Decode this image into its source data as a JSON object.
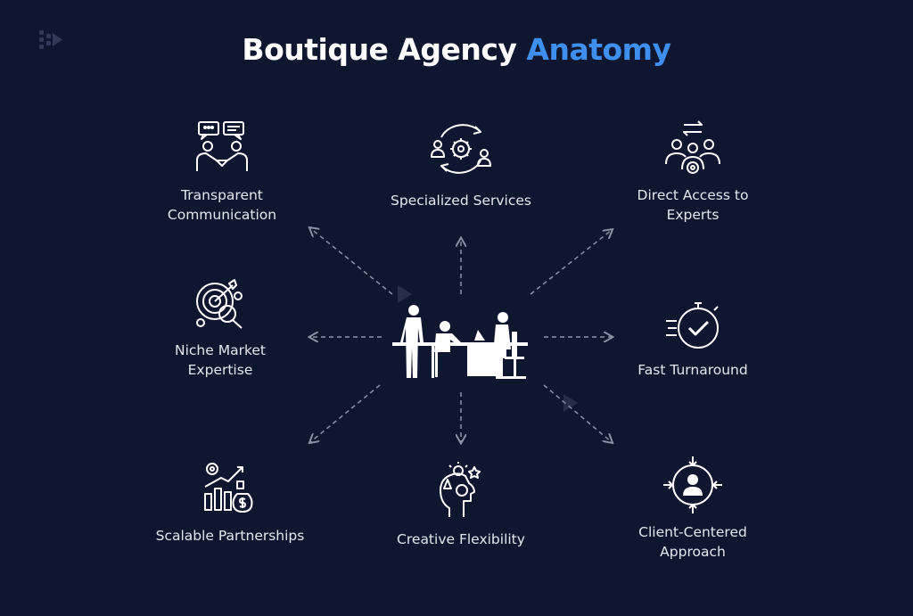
{
  "title": {
    "main": "Boutique Agency",
    "accent": "Anatomy"
  },
  "colors": {
    "background": "#0f1730",
    "accent": "#3f8ff0",
    "text": "#e4e7ef",
    "arrow": "#8d93a6"
  },
  "nodes": [
    {
      "label_line1": "Transparent",
      "label_line2": "Communication",
      "icon": "handshake-chat-icon"
    },
    {
      "label_line1": "Specialized Services",
      "label_line2": "",
      "icon": "gear-cycle-people-icon"
    },
    {
      "label_line1": "Direct Access to",
      "label_line2": "Experts",
      "icon": "team-exchange-icon"
    },
    {
      "label_line1": "Niche Market",
      "label_line2": "Expertise",
      "icon": "target-magnifier-icon"
    },
    {
      "label_line1": "Fast Turnaround",
      "label_line2": "",
      "icon": "stopwatch-check-icon"
    },
    {
      "label_line1": "Scalable Partnerships",
      "label_line2": "",
      "icon": "growth-chart-money-icon"
    },
    {
      "label_line1": "Creative Flexibility",
      "label_line2": "",
      "icon": "creative-head-icon"
    },
    {
      "label_line1": "Client-Centered",
      "label_line2": "Approach",
      "icon": "client-focus-icon"
    }
  ],
  "center": {
    "icon": "team-meeting-icon"
  }
}
